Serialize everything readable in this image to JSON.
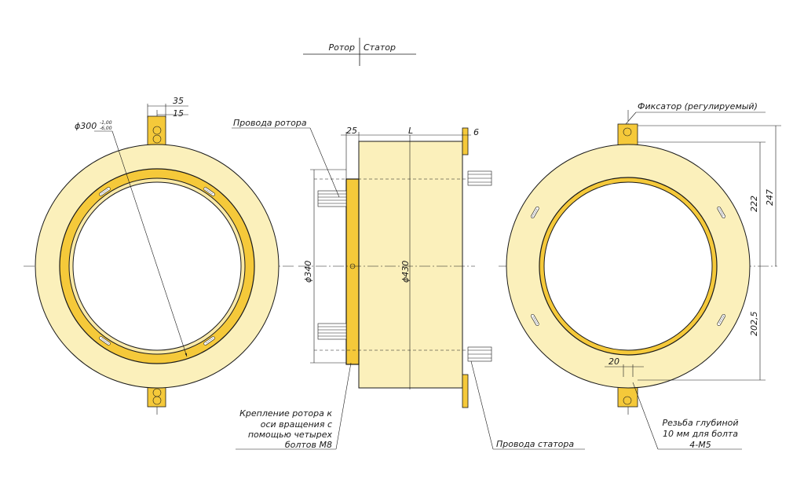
{
  "header": {
    "rotor": "Ротор",
    "stator": "Статор"
  },
  "left_view": {
    "dim_35": "35",
    "dim_15": "15",
    "dia_prefix": "ϕ300",
    "tol_upper": "-1,00",
    "tol_lower": "-6,00"
  },
  "side_view": {
    "rotor_wires": "Провода ротора",
    "dim_25": "25",
    "dim_L": "L",
    "dim_6": "6",
    "dia_340": "ϕ340",
    "dia_430": "ϕ430",
    "rotor_mount": [
      "Крепление ротора к",
      "оси вращения с",
      "помощью четырех",
      "болтов M8"
    ],
    "stator_wires": "Провода статора"
  },
  "right_view": {
    "fixator": "Фиксатор (регулируемый)",
    "dim_222": "222",
    "dim_247": "247",
    "dim_202_5": "202,5",
    "dim_20": "20",
    "thread": [
      "Резьба глубиной",
      "10 мм для болта",
      "4-M5"
    ]
  },
  "colors": {
    "body": "#fbf0bb",
    "ring": "#f5c93a",
    "line": "#1a1a1a"
  }
}
